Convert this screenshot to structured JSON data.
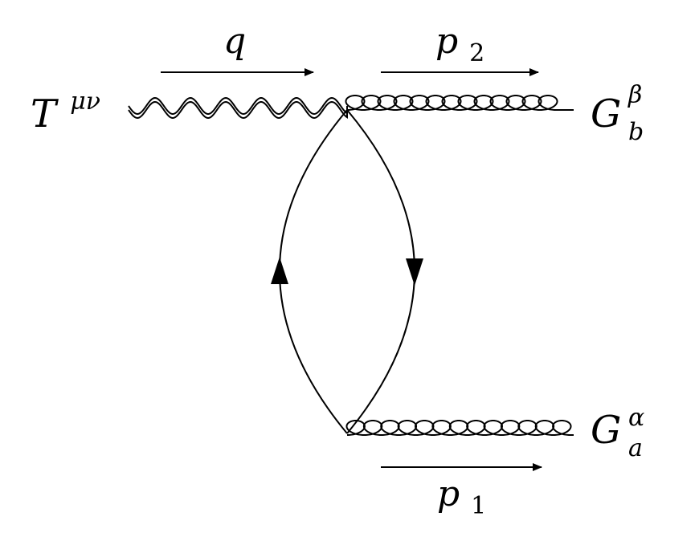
{
  "diagram": {
    "labels": {
      "tensor": {
        "base": "T",
        "sup": "μν"
      },
      "q": "q",
      "p2": {
        "base": "p",
        "sub": "2"
      },
      "p1": {
        "base": "p",
        "sub": "1"
      },
      "gluon_top": {
        "base": "G",
        "sup": "β",
        "sub": "b"
      },
      "gluon_bottom": {
        "base": "G",
        "sup": "α",
        "sub": "a"
      }
    },
    "line_color": "#000000"
  }
}
